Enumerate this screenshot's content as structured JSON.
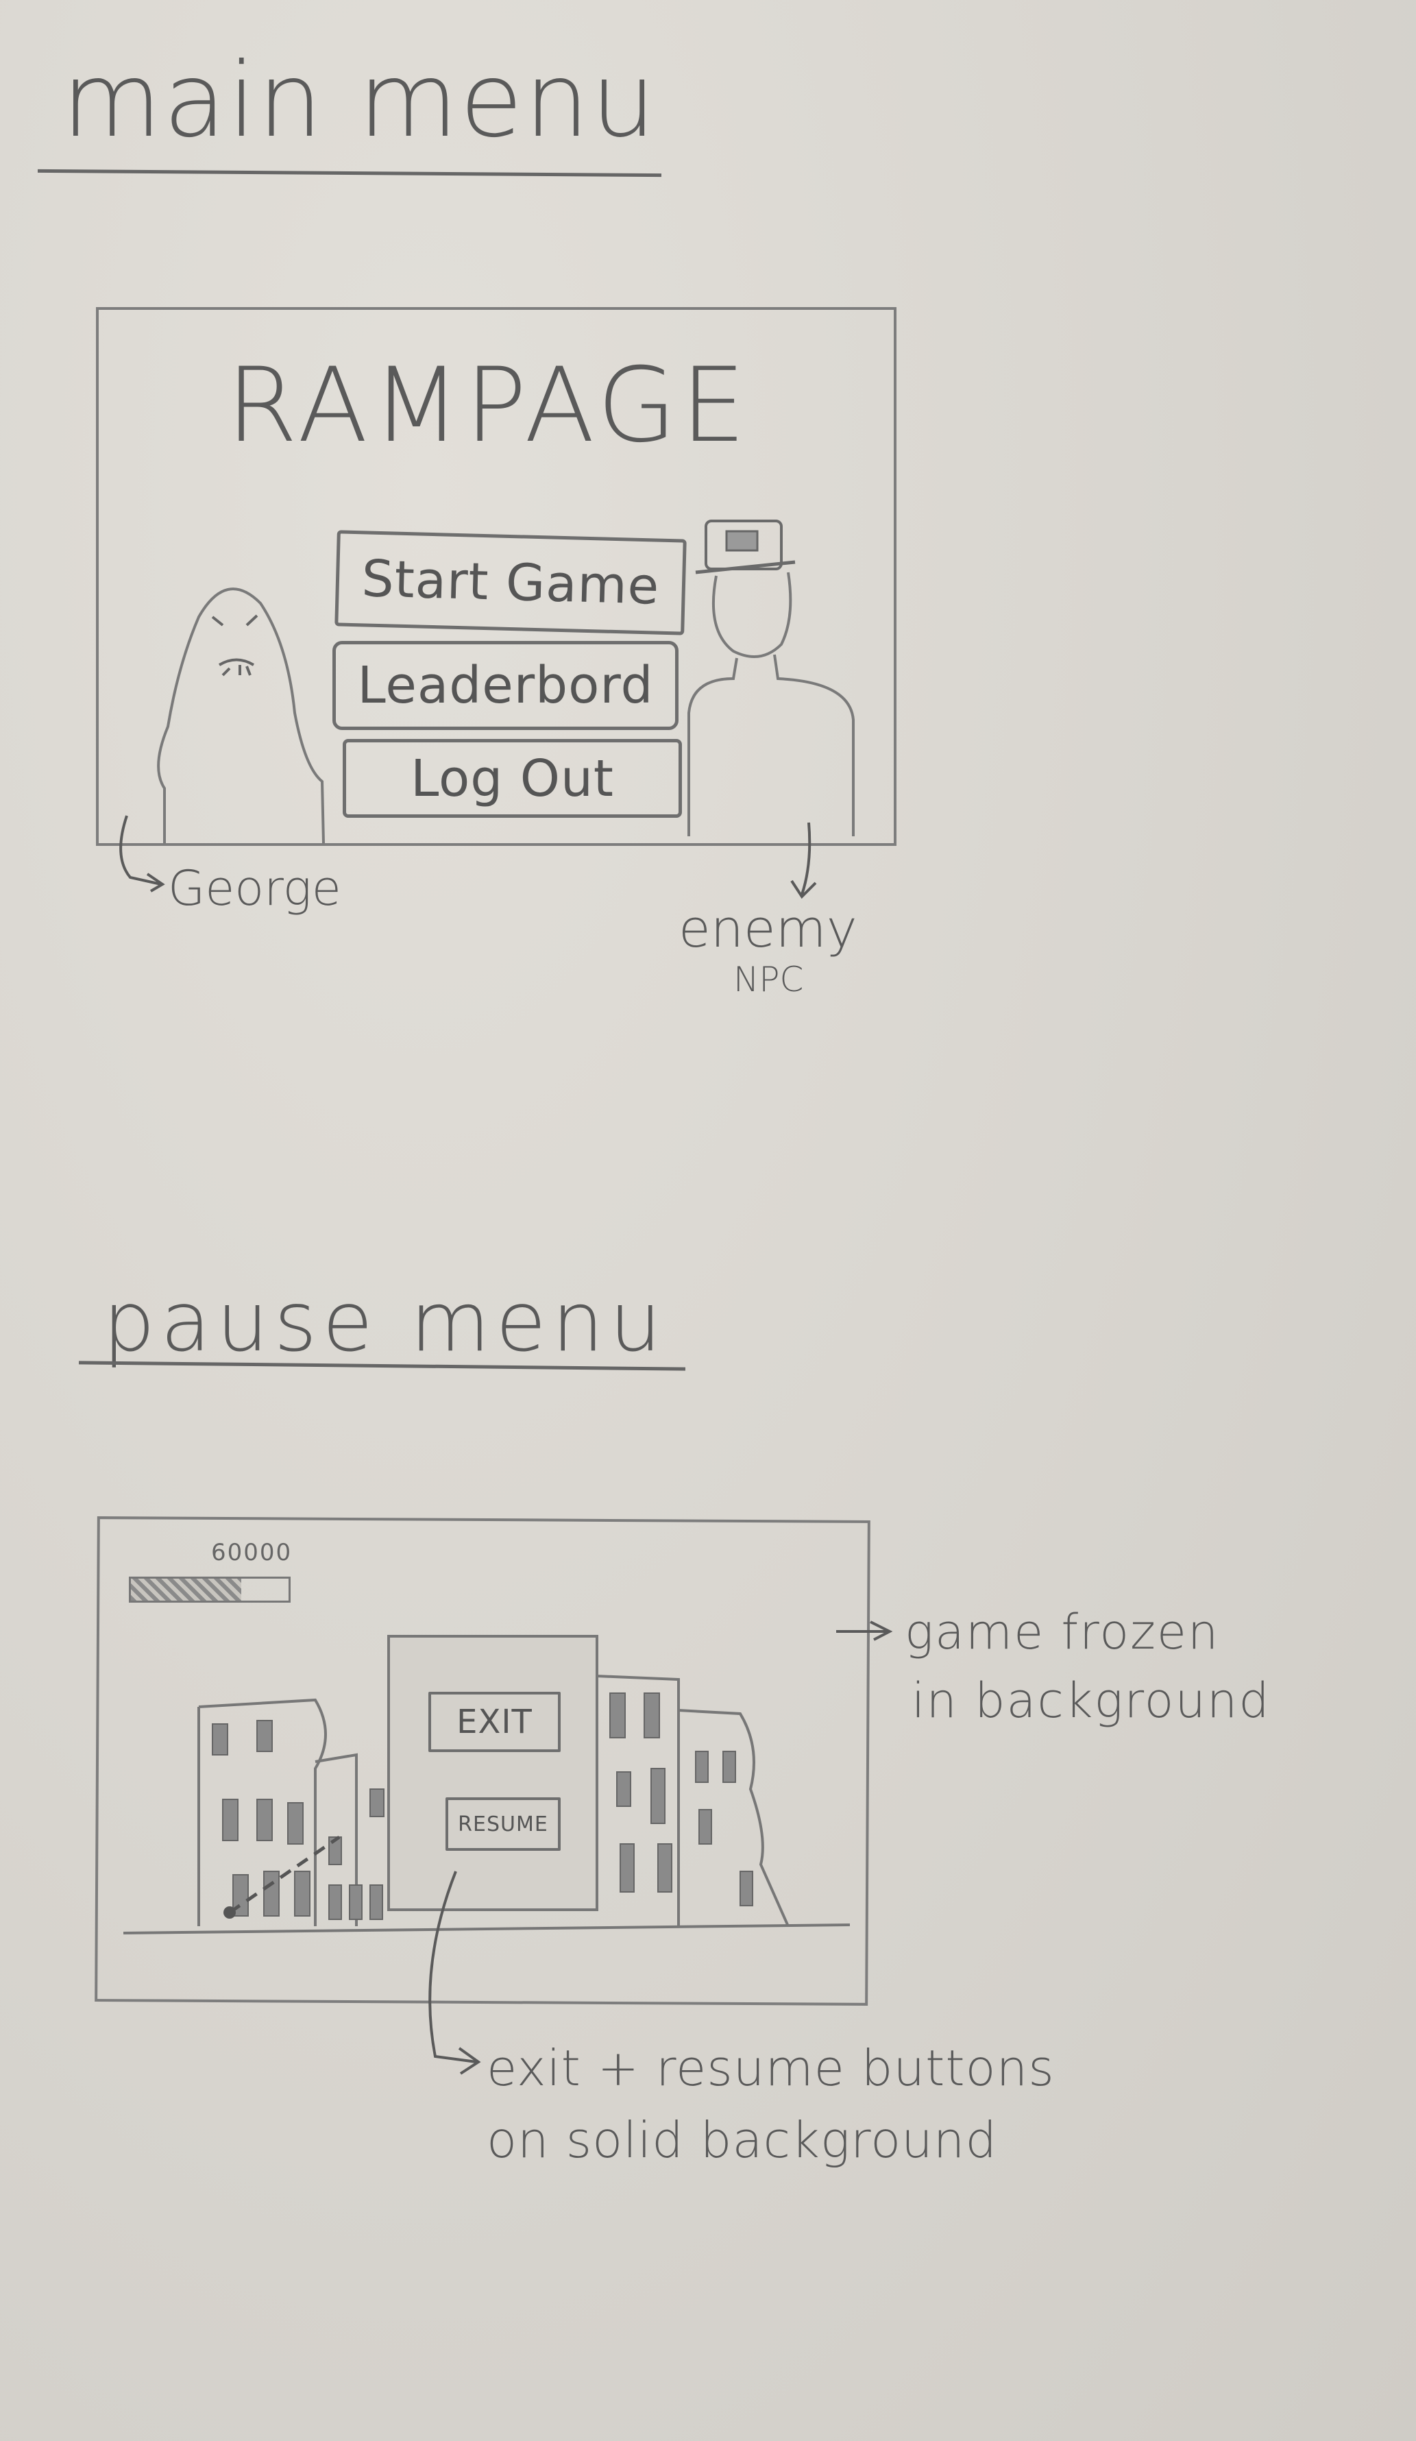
{
  "sketch": {
    "main_menu_heading": "main menu",
    "pause_menu_heading": "pause menu"
  },
  "main_menu": {
    "title": "RAMPAGE",
    "buttons": {
      "start": "Start Game",
      "leaderboard": "Leaderbord",
      "logout": "Log Out"
    },
    "annotations": {
      "george": "George",
      "enemy_line1": "enemy",
      "enemy_line2": "NPC"
    }
  },
  "pause_menu": {
    "score": "60000",
    "buttons": {
      "exit": "EXIT",
      "resume": "RESUME"
    },
    "annotations": {
      "frozen_line1": "game frozen",
      "frozen_line2": "in background",
      "buttons_line1": "exit + resume buttons",
      "buttons_line2": "on solid background"
    }
  },
  "colors": {
    "paper": "#d9d6d0",
    "pencil": "#5c5c5c",
    "shade": "#8a8a8a"
  }
}
